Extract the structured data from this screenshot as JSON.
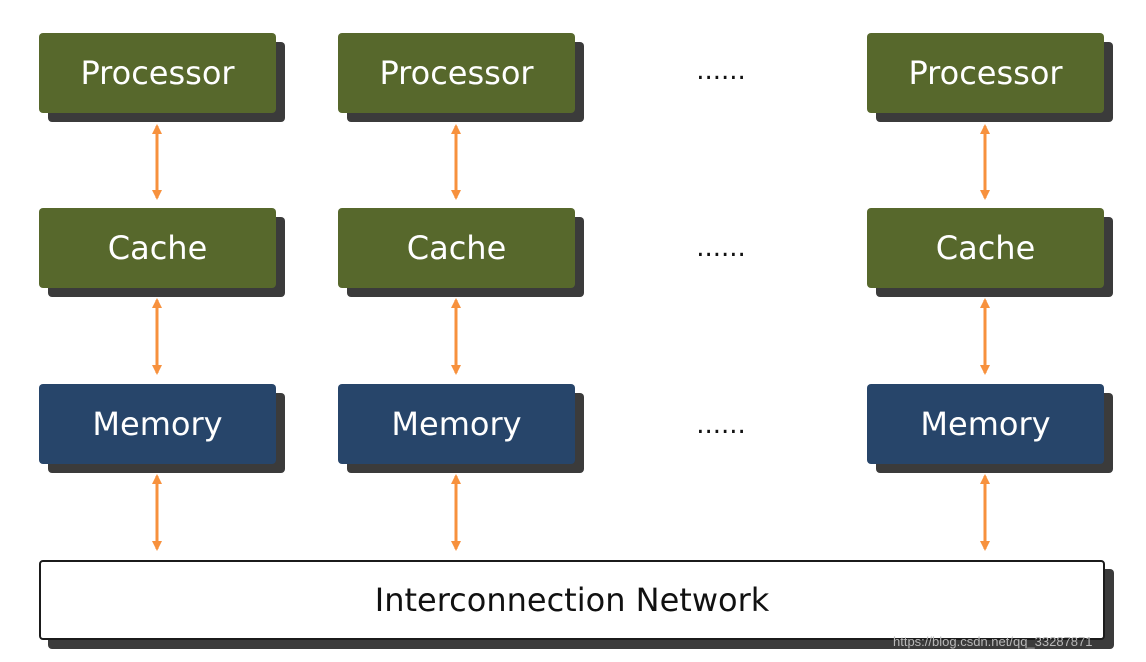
{
  "columns": [
    {
      "processor": "Processor",
      "cache": "Cache",
      "memory": "Memory"
    },
    {
      "processor": "Processor",
      "cache": "Cache",
      "memory": "Memory"
    },
    {
      "processor": "Processor",
      "cache": "Cache",
      "memory": "Memory"
    }
  ],
  "ellipsis": "......",
  "network": {
    "label": "Interconnection Network"
  },
  "watermark": "https://blog.csdn.net/qq_33287871",
  "colors": {
    "processor": "#57682c",
    "cache": "#57682c",
    "memory": "#27456a",
    "arrow": "#f7913d",
    "shadow": "#3b3b3b"
  }
}
